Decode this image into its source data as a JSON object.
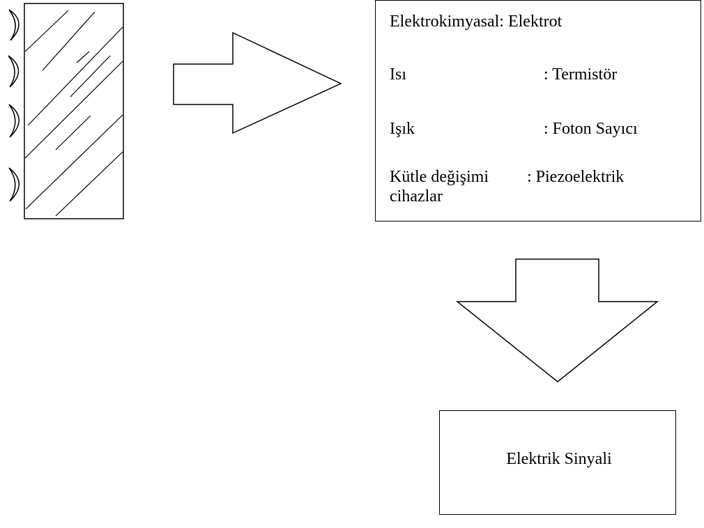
{
  "transducers": [
    {
      "signal": "Elektrokimyasal",
      "device": ": Elektrot"
    },
    {
      "signal": "Isı",
      "device": ": Termistör"
    },
    {
      "signal": "Işık",
      "device": ": Foton Sayıcı"
    },
    {
      "signal": "Kütle değişimi cihazlar",
      "device": ": Piezoelektrik"
    }
  ],
  "output": {
    "label": "Elektrik Sinyali"
  },
  "colors": {
    "stroke": "#000000",
    "background": "#ffffff"
  }
}
